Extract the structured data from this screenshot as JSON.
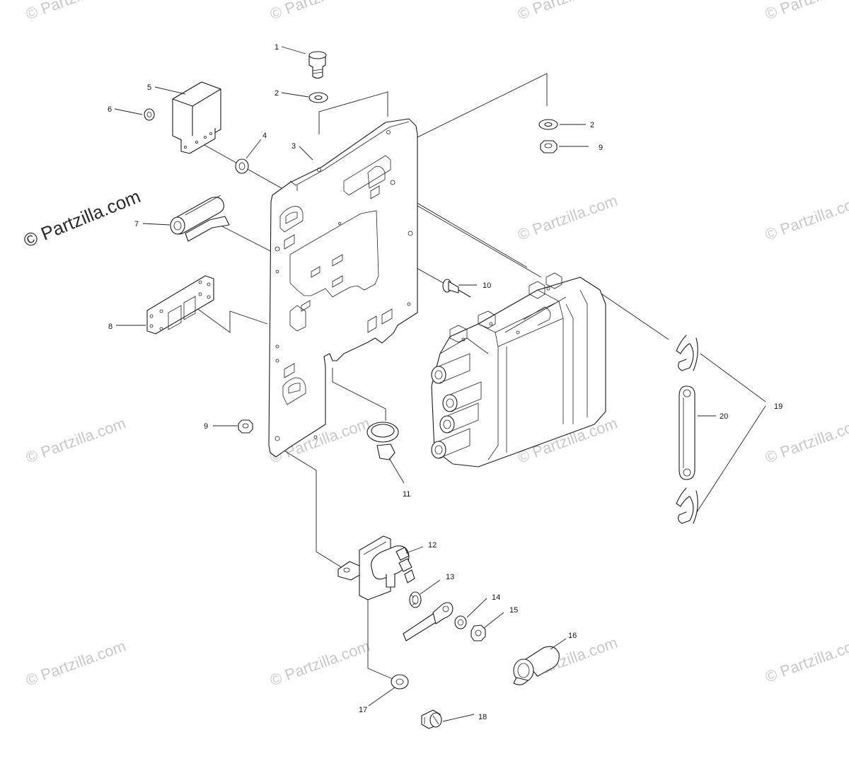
{
  "watermark": {
    "text": "© Partzilla.com",
    "color": "#c8c8c8",
    "primary_color": "#2a2a2a"
  },
  "callouts": [
    "1",
    "2",
    "3",
    "4",
    "5",
    "6",
    "2",
    "9",
    "7",
    "10",
    "8",
    "19",
    "20",
    "9",
    "11",
    "12",
    "13",
    "14",
    "15",
    "16",
    "17",
    "18"
  ]
}
